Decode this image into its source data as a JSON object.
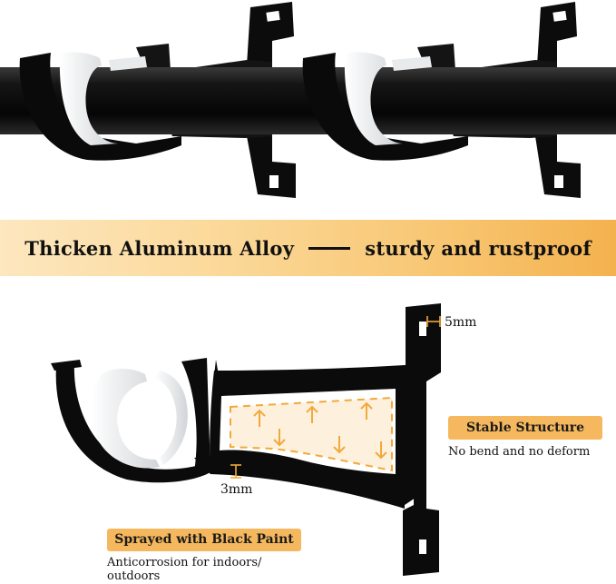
{
  "banner": {
    "left_text": "Thicken Aluminum Alloy",
    "right_text": "sturdy and rustproof"
  },
  "dimensions": {
    "top_thickness": "5mm",
    "bottom_thickness": "3mm"
  },
  "features": [
    {
      "label": "Stable  Structure",
      "description": "No bend and no deform"
    },
    {
      "label": "Sprayed with Black Paint",
      "description": "Anticorrosion for indoors/ outdoors"
    }
  ],
  "colors": {
    "accent": "#f6b85e",
    "bracket": "#0b0b0b",
    "insert": "#f0f0f0",
    "arrow": "#f2a93b"
  }
}
